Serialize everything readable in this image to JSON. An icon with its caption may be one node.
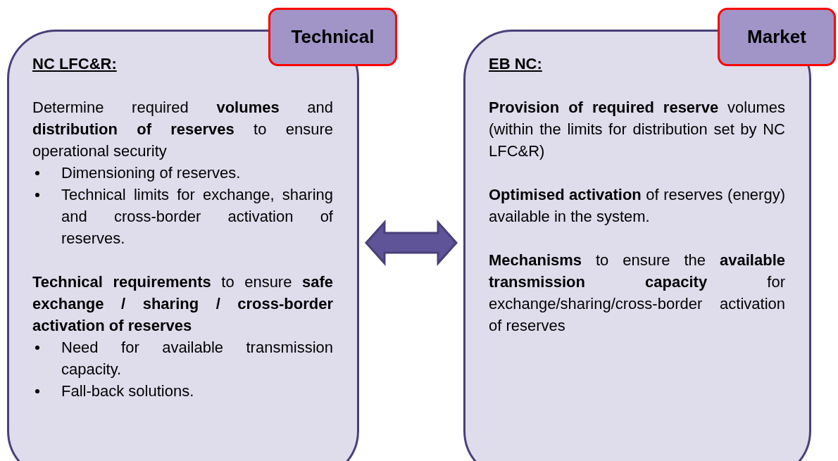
{
  "diagram": {
    "nodes": [
      {
        "text": [
          "NC LFC&R:",
          "Determine required **volumes** and **distribution of reserves** to ensure operational security",
          "Dimensioning of reserves.",
          "Technical limits for exchange, sharing and cross-border activation of reserves.",
          "**Technical requirements** to ensure **safe exchange / sharing / cross-border activation of reserves**",
          "Need for available transmission capacity.",
          "Fall-back solutions."
        ]
      },
      {
        "text": [
          "Technical"
        ]
      },
      {
        "text": [
          "EB NC:",
          "**Provision of required reserve** volumes (within the limits for distribution set by NC LFC&R)",
          "**Optimised activation** of reserves (energy) available in the system.",
          "**Mechanisms** to ensure the **available transmission capacity** for exchange/sharing/cross-border activation of reserves"
        ]
      },
      {
        "text": [
          "Market"
        ]
      }
    ],
    "edges": [
      {
        "from": 0,
        "to": 2,
        "arrow": "both",
        "style": "thick"
      }
    ]
  }
}
